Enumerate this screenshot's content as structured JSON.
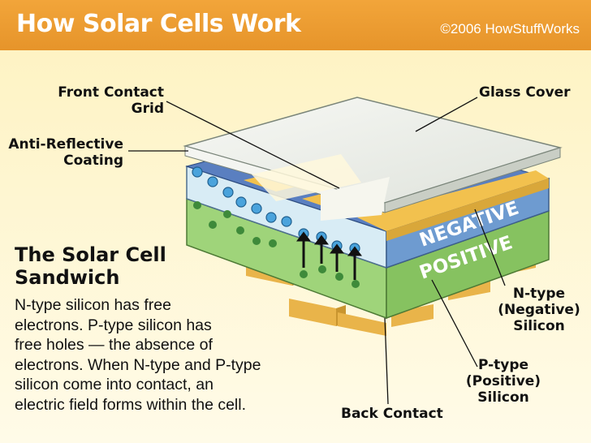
{
  "header": {
    "title": "How Solar Cells Work",
    "copyright": "©2006 HowStuffWorks"
  },
  "labels": {
    "front_contact_grid": "Front Contact\nGrid",
    "glass_cover": "Glass Cover",
    "anti_reflective_coating": "Anti-Reflective\nCoating",
    "n_type_silicon": "N-type\n(Negative)\nSilicon",
    "p_type_silicon": "P-type\n(Positive)\nSilicon",
    "back_contact": "Back Contact",
    "negative": "NEGATIVE",
    "positive": "POSITIVE"
  },
  "sidebar": {
    "title": "The Solar Cell\nSandwich",
    "body": "N-type silicon has free\nelectrons. P-type silicon has\nfree holes — the absence of\nelectrons. When N-type and P-type\nsilicon come into contact, an\nelectric field forms within the cell."
  },
  "colors": {
    "header_orange": "#e8982e",
    "background_cream": "#fdf6cf",
    "n_layer_blue": "#6f9ccf",
    "p_layer_green": "#98cd6f",
    "contact_gold": "#f0c25a",
    "glass": "#eef1ee",
    "electron_blue": "#3f9bd6",
    "hole_green": "#3e8a3a"
  }
}
